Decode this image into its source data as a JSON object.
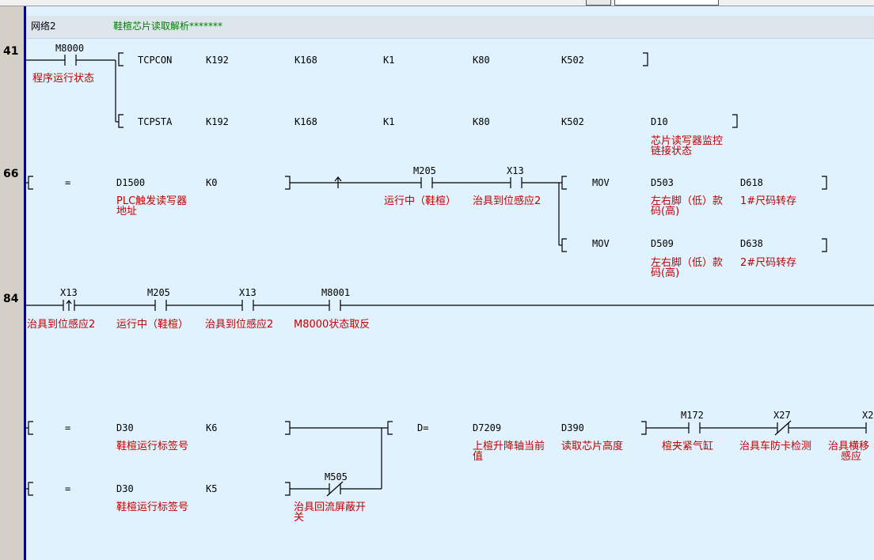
{
  "network": {
    "label": "网络2",
    "comment": "鞋楦芯片读取解析*******"
  },
  "steps": [
    "41",
    "66",
    "84"
  ],
  "rung41": {
    "contact": {
      "device": "M8000",
      "comment": "程序运行状态"
    },
    "row1": {
      "instr": "TCPCON",
      "ops": [
        "K192",
        "K168",
        "K1",
        "K80",
        "K502"
      ]
    },
    "row2": {
      "instr": "TCPSTA",
      "ops": [
        "K192",
        "K168",
        "K1",
        "K80",
        "K502",
        "D10"
      ],
      "d10_comment_1": "芯片读写器监控",
      "d10_comment_2": "链接状态"
    }
  },
  "rung66": {
    "cmp": {
      "op": "=",
      "s1": "D1500",
      "s2": "K0",
      "s1_comment_1": "PLC触发读写器",
      "s1_comment_2": "地址"
    },
    "m205": {
      "device": "M205",
      "comment": "运行中（鞋楦）"
    },
    "x13": {
      "device": "X13",
      "comment": "治具到位感应2"
    },
    "mov1": {
      "instr": "MOV",
      "src": "D503",
      "dst": "D618",
      "src_comment_1": "左右脚（低）款",
      "src_comment_2": "码(高)",
      "dst_comment": "1#尺码转存"
    },
    "mov2": {
      "instr": "MOV",
      "src": "D509",
      "dst": "D638",
      "src_comment_1": "左右脚（低）款",
      "src_comment_2": "码(高)",
      "dst_comment": "2#尺码转存"
    }
  },
  "rung84": {
    "c1": {
      "device": "X13",
      "comment": "治具到位感应2"
    },
    "c2": {
      "device": "M205",
      "comment": "运行中（鞋楦）"
    },
    "c3": {
      "device": "X13",
      "comment": "治具到位感应2"
    },
    "c4": {
      "device": "M8001",
      "comment": "M8000状态取反"
    },
    "cmp1": {
      "op": "=",
      "s1": "D30",
      "s2": "K6",
      "comment": "鞋楦运行标签号"
    },
    "cmp2": {
      "op": "=",
      "s1": "D30",
      "s2": "K5",
      "comment": "鞋楦运行标签号"
    },
    "m505": {
      "device": "M505",
      "comment_1": "治具回流屏蔽开",
      "comment_2": "关"
    },
    "dcmp": {
      "op": "D=",
      "s1": "D7209",
      "s2": "D390",
      "s1_comment_1": "上楦升降轴当前",
      "s1_comment_2": "值",
      "s2_comment": "读取芯片高度"
    },
    "m172": {
      "device": "M172",
      "comment": "楦夹紧气缸"
    },
    "x27": {
      "device": "X27",
      "comment": "治具车防卡检测"
    },
    "x2x": {
      "device": "X2",
      "comment_1": "治具横移",
      "comment_2": "感应"
    }
  }
}
